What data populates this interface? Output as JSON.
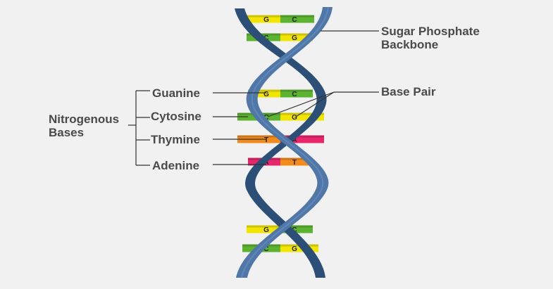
{
  "labels": {
    "backbone": [
      "Sugar Phosphate",
      "Backbone"
    ],
    "base_pair": "Base Pair",
    "nitrogenous": [
      "Nitrogenous",
      "Bases"
    ],
    "guanine": "Guanine",
    "cytosine": "Cytosine",
    "thymine": "Thymine",
    "adenine": "Adenine"
  },
  "colors": {
    "G": "#f2e600",
    "C": "#5bb32f",
    "T": "#f28a1c",
    "A": "#e8266b",
    "strand_dark": "#2b4f77",
    "strand_light": "#4f77a8",
    "leader": "#333333",
    "background": "#f1f1f1"
  },
  "base_pairs": [
    {
      "left": "G",
      "right": "C"
    },
    {
      "left": "C",
      "right": "G"
    },
    {
      "left": "G",
      "right": "C"
    },
    {
      "left": "C",
      "right": "G"
    },
    {
      "left": "T",
      "right": "A"
    },
    {
      "left": "A",
      "right": "T"
    },
    {
      "left": "G",
      "right": "C"
    },
    {
      "left": "C",
      "right": "G"
    }
  ]
}
